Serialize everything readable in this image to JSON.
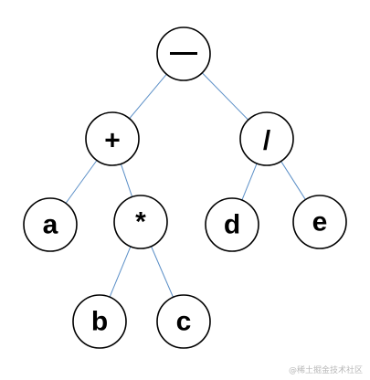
{
  "diagram": {
    "type": "expression-tree",
    "nodes": [
      {
        "id": "minus",
        "label": "—",
        "children": [
          "plus",
          "div"
        ]
      },
      {
        "id": "plus",
        "label": "+",
        "children": [
          "a",
          "mul"
        ]
      },
      {
        "id": "div",
        "label": "/",
        "children": [
          "d",
          "e"
        ]
      },
      {
        "id": "a",
        "label": "a",
        "children": []
      },
      {
        "id": "mul",
        "label": "*",
        "children": [
          "b",
          "c"
        ]
      },
      {
        "id": "d",
        "label": "d",
        "children": []
      },
      {
        "id": "e",
        "label": "e",
        "children": []
      },
      {
        "id": "b",
        "label": "b",
        "children": []
      },
      {
        "id": "c",
        "label": "c",
        "children": []
      }
    ]
  },
  "colors": {
    "edge": "#5b8fc7",
    "node_border": "#000000",
    "node_fill": "#ffffff",
    "watermark": "#b8b8b8"
  },
  "watermark": {
    "text": "@稀土掘金技术社区"
  }
}
